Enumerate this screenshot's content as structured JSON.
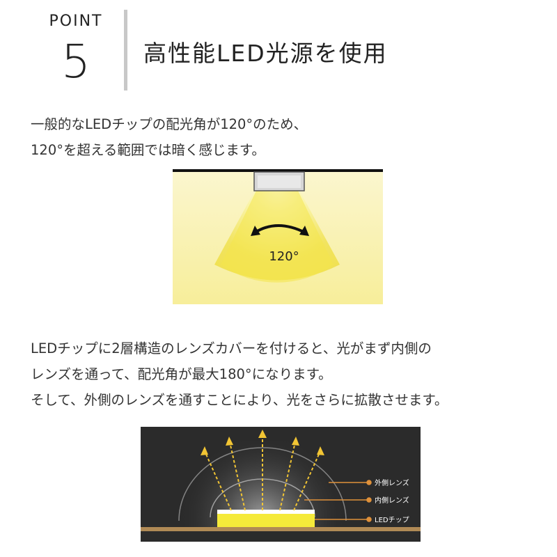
{
  "point": {
    "label": "POINT",
    "number": "5"
  },
  "heading": "高性能LED光源を使用",
  "paragraph1": [
    "一般的なLEDチップの配光角が120°のため、",
    "120°を超える範囲では暗く感じます。"
  ],
  "figure1": {
    "angle_label": "120°"
  },
  "paragraph2": [
    "LEDチップに2層構造のレンズカバーを付けると、光がまず内側の",
    "レンズを通って、配光角が最大180°になります。",
    "そして、外側のレンズを通すことにより、光をさらに拡散させます。"
  ],
  "figure2": {
    "outer_lens_label": "外側レンズ",
    "inner_lens_label": "内側レンズ",
    "led_chip_label": "LEDチップ"
  },
  "colors": {
    "light_yellow": "#f5ea3a",
    "dark_bg": "#2b2b2b",
    "accent_orange": "#e0913a"
  }
}
